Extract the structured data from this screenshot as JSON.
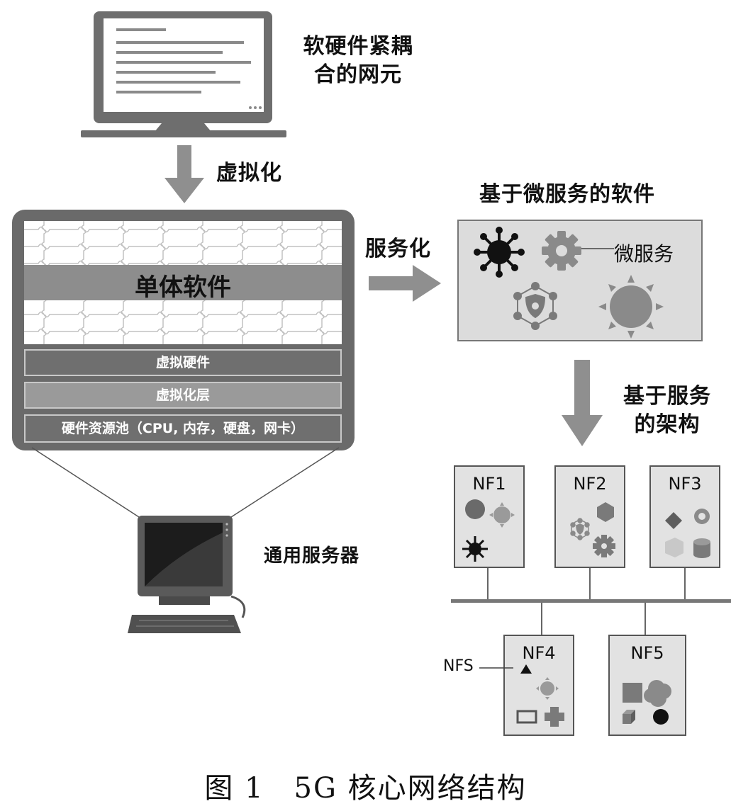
{
  "labels": {
    "coupled_ne": [
      "软硬件紧耦",
      "合的网元"
    ],
    "virtualization": "虚拟化",
    "monolithic_software": "单体软件",
    "virtual_hardware": "虚拟硬件",
    "virtualization_layer": "虚拟化层",
    "hardware_pool": "硬件资源池（CPU, 内存，硬盘，网卡）",
    "generic_server": "通用服务器",
    "servitization": "服务化",
    "microservice_software": "基于微服务的软件",
    "microservice": "微服务",
    "service_based_architecture": [
      "基于服务",
      "的架构"
    ],
    "nfs": "NFS"
  },
  "network_functions": [
    "NF1",
    "NF2",
    "NF3",
    "NF4",
    "NF5"
  ],
  "caption": "图 1　5G 核心网络结构"
}
